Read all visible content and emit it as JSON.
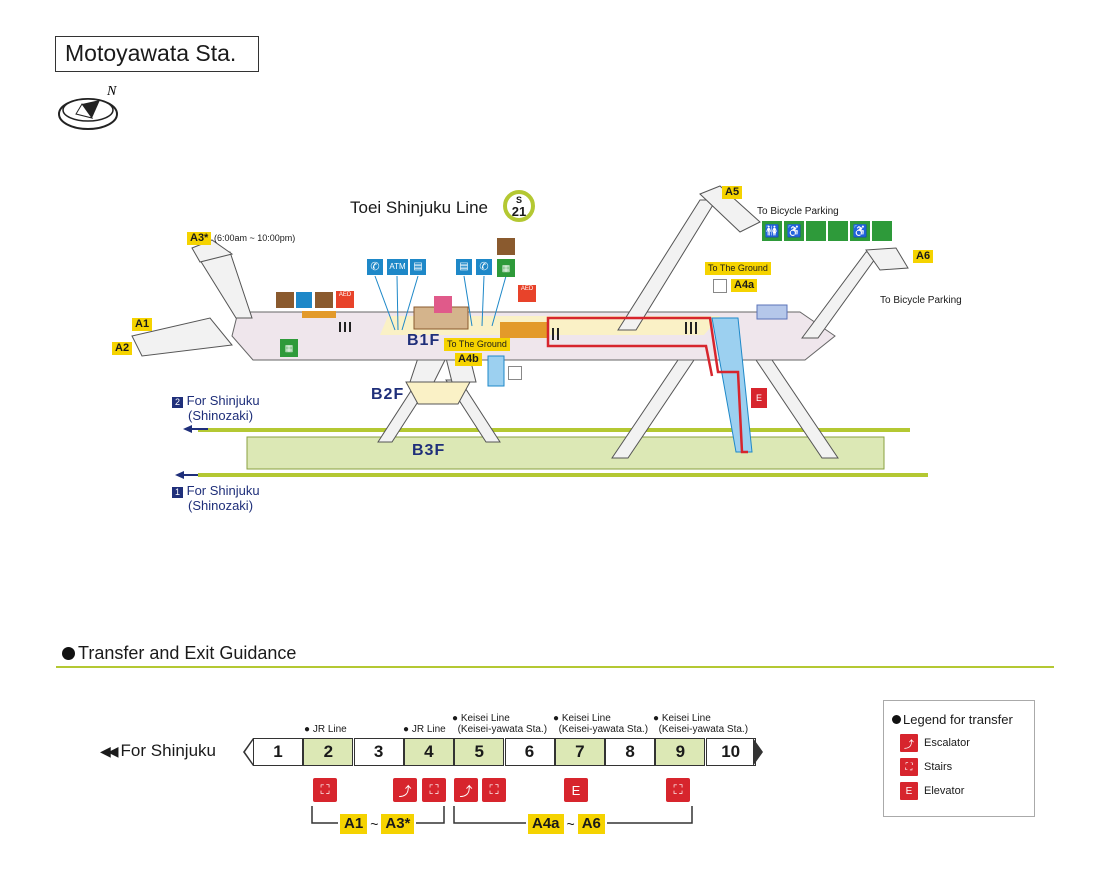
{
  "station": {
    "name": "Motoyawata Sta.",
    "compass_letter": "N"
  },
  "line": {
    "name": "Toei Shinjuku Line",
    "code_letter": "S",
    "code_number": "21"
  },
  "floors": {
    "b1": "B1F",
    "b2": "B2F",
    "b3": "B3F"
  },
  "exits": {
    "a1": "A1",
    "a2": "A2",
    "a3": "A3*",
    "a3_hours": "(6:00am ~ 10:00pm)",
    "a4a": "A4a",
    "a4b": "A4b",
    "a5": "A5",
    "a6": "A6"
  },
  "signs": {
    "to_ground_1": "To The Ground",
    "to_ground_2": "To The Ground",
    "bicycle_1": "To Bicycle Parking",
    "bicycle_2": "To Bicycle Parking",
    "atm": "ATM",
    "aed": "AED"
  },
  "directions": {
    "platform2_num": "2",
    "platform2_text": "For Shinjuku",
    "platform2_sub": "(Shinozaki)",
    "platform1_num": "1",
    "platform1_text": "For Shinjuku",
    "platform1_sub": "(Shinozaki)"
  },
  "guidance": {
    "title": "Transfer and Exit Guidance",
    "for_shinjuku": "For Shinjuku",
    "cars": [
      "1",
      "2",
      "3",
      "4",
      "5",
      "6",
      "7",
      "8",
      "9",
      "10"
    ],
    "highlighted_cars": [
      2,
      4,
      5,
      7,
      9
    ],
    "notes": {
      "car2": "JR Line",
      "car4": "JR Line",
      "car5_l1": "Keisei Line",
      "car5_l2": "(Keisei-yawata Sta.)",
      "car7_l1": "Keisei Line",
      "car7_l2": "(Keisei-yawata Sta.)",
      "car9_l1": "Keisei Line",
      "car9_l2": "(Keisei-yawata Sta.)"
    },
    "exit_range_1_from": "A1",
    "exit_range_1_to": "A3*",
    "exit_range_2_from": "A4a",
    "exit_range_2_to": "A6",
    "tilde": "~"
  },
  "legend": {
    "title": "Legend for transfer",
    "escalator": "Escalator",
    "stairs": "Stairs",
    "elevator": "Elevator"
  },
  "colors": {
    "platform_green": "#dce8b5",
    "track_green": "#b4c832",
    "concourse": "#efe6ec",
    "exit_yellow": "#f5d300",
    "transfer_red": "#d7252d",
    "line_navy": "#1f2f7a",
    "facility_blue": "#1e88c8",
    "facility_green": "#2e9a3a",
    "facility_brown": "#8a5a2e"
  }
}
